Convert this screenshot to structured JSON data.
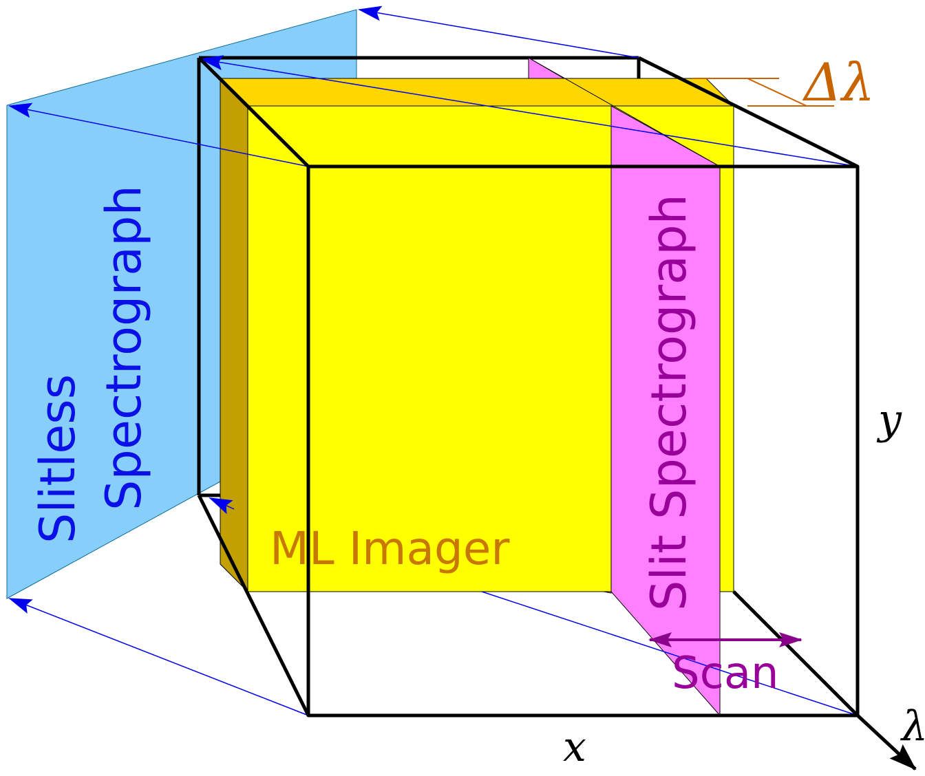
{
  "labels": {
    "slitless_line1": "Slitless",
    "slitless_line2": "Spectrograph",
    "ml_imager": "ML Imager",
    "slit_spectrograph": "Slit Spectrograph",
    "scan": "Scan",
    "delta_lambda": "Δλ",
    "axis_x": "x",
    "axis_y": "y",
    "axis_lambda": "λ"
  },
  "colors": {
    "slitless_plane": "#87cefa",
    "slitless_text": "#0a10e6",
    "imager_face": "#ffff00",
    "imager_top": "#ffd700",
    "imager_side": "#c2a000",
    "imager_text": "#c87800",
    "slit_plane": "#ff80ff",
    "slit_text": "#990099",
    "scan_arrow": "#8a008a",
    "projection_lines": "#0000ee",
    "cube_edges": "#000000",
    "delta_lambda": "#c86400"
  }
}
